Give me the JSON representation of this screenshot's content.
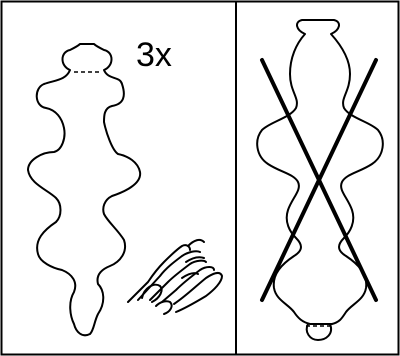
{
  "panels": [
    {
      "id": "correct",
      "label": "3x"
    },
    {
      "id": "wrong"
    }
  ],
  "colors": {
    "stroke": "#000000",
    "background": "#ffffff"
  },
  "icons": [
    "hand-pressing-icon",
    "cross-out-icon"
  ]
}
